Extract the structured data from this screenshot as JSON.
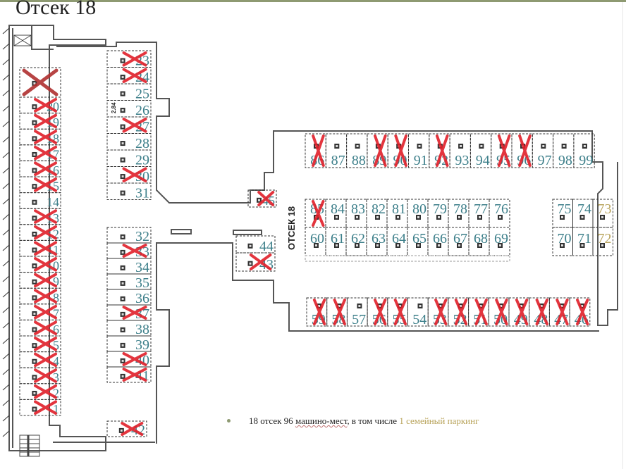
{
  "title": "Отсек 18",
  "plan_label": "ОТСЕК 18",
  "dimension_label": "2.84",
  "caption": {
    "part1": "18 отсек 96 ",
    "part2": "машино-мест",
    "part3": ", в том числе ",
    "highlight": "1 семейный паркинг"
  },
  "colors": {
    "number": "#3d7f8a",
    "family": "#b8a35a",
    "cross": "#e0202a",
    "cross_dark": "#b03030",
    "wall": "#555555",
    "accent_line": "#8e9a72"
  },
  "spaces": {
    "left_column": [
      {
        "n": "",
        "taken": true,
        "big": true
      },
      {
        "n": "20",
        "taken": true
      },
      {
        "n": "19",
        "taken": true
      },
      {
        "n": "18",
        "taken": true
      },
      {
        "n": "17",
        "taken": true
      },
      {
        "n": "16",
        "taken": true
      },
      {
        "n": "15",
        "taken": true
      },
      {
        "n": "14",
        "taken": false
      },
      {
        "n": "13",
        "taken": true
      },
      {
        "n": "12",
        "taken": true
      },
      {
        "n": "11",
        "taken": true
      },
      {
        "n": "10",
        "taken": true
      },
      {
        "n": "9",
        "taken": true
      },
      {
        "n": "8",
        "taken": true
      },
      {
        "n": "7",
        "taken": true
      },
      {
        "n": "6",
        "taken": true
      },
      {
        "n": "5",
        "taken": true
      },
      {
        "n": "4",
        "taken": true
      },
      {
        "n": "3",
        "taken": true
      },
      {
        "n": "2",
        "taken": true
      },
      {
        "n": "1",
        "taken": true
      }
    ],
    "middle_upper": [
      {
        "n": "23",
        "taken": true
      },
      {
        "n": "24",
        "taken": true
      },
      {
        "n": "25",
        "taken": false
      },
      {
        "n": "26",
        "taken": false
      },
      {
        "n": "27",
        "taken": true
      },
      {
        "n": "28",
        "taken": false
      },
      {
        "n": "29",
        "taken": false
      },
      {
        "n": "30",
        "taken": true
      },
      {
        "n": "31",
        "taken": false
      }
    ],
    "middle_lower": [
      {
        "n": "32",
        "taken": false
      },
      {
        "n": "33",
        "taken": true
      },
      {
        "n": "34",
        "taken": false
      },
      {
        "n": "35",
        "taken": false
      },
      {
        "n": "36",
        "taken": false
      },
      {
        "n": "37",
        "taken": true
      },
      {
        "n": "38",
        "taken": false
      },
      {
        "n": "39",
        "taken": false
      },
      {
        "n": "40",
        "taken": true
      },
      {
        "n": "41",
        "taken": true
      }
    ],
    "middle_bottom": [
      {
        "n": "42",
        "taken": true
      }
    ],
    "small_block": [
      {
        "n": "45",
        "taken": true
      },
      {
        "n": "44",
        "taken": false
      },
      {
        "n": "43",
        "taken": true
      }
    ],
    "top_row": [
      {
        "n": "86",
        "taken": true
      },
      {
        "n": "87",
        "taken": false
      },
      {
        "n": "88",
        "taken": false
      },
      {
        "n": "89",
        "taken": true
      },
      {
        "n": "90",
        "taken": true
      },
      {
        "n": "91",
        "taken": false
      },
      {
        "n": "92",
        "taken": true
      },
      {
        "n": "93",
        "taken": false
      },
      {
        "n": "94",
        "taken": false
      },
      {
        "n": "95",
        "taken": true
      },
      {
        "n": "96",
        "taken": true
      },
      {
        "n": "97",
        "taken": false
      },
      {
        "n": "98",
        "taken": false
      },
      {
        "n": "99",
        "taken": false
      }
    ],
    "center_upper": [
      {
        "n": "85",
        "taken": true
      },
      {
        "n": "84",
        "taken": false
      },
      {
        "n": "83",
        "taken": false
      },
      {
        "n": "82",
        "taken": false
      },
      {
        "n": "81",
        "taken": false
      },
      {
        "n": "80",
        "taken": false
      },
      {
        "n": "79",
        "taken": false
      },
      {
        "n": "78",
        "taken": false
      },
      {
        "n": "77",
        "taken": false
      },
      {
        "n": "76",
        "taken": false
      }
    ],
    "center_lower": [
      {
        "n": "60",
        "taken": false
      },
      {
        "n": "61",
        "taken": false
      },
      {
        "n": "62",
        "taken": false
      },
      {
        "n": "63",
        "taken": false
      },
      {
        "n": "64",
        "taken": false
      },
      {
        "n": "65",
        "taken": false
      },
      {
        "n": "66",
        "taken": false
      },
      {
        "n": "67",
        "taken": false
      },
      {
        "n": "68",
        "taken": false
      },
      {
        "n": "69",
        "taken": false
      }
    ],
    "right_upper": [
      {
        "n": "75",
        "taken": false,
        "family": false
      },
      {
        "n": "74",
        "taken": false,
        "family": false
      },
      {
        "n": "73",
        "taken": false,
        "family": true
      }
    ],
    "right_lower": [
      {
        "n": "70",
        "taken": false,
        "family": false
      },
      {
        "n": "71",
        "taken": false,
        "family": false
      },
      {
        "n": "72",
        "taken": false,
        "family": true
      }
    ],
    "bottom_row": [
      {
        "n": "59",
        "taken": true
      },
      {
        "n": "58",
        "taken": true
      },
      {
        "n": "57",
        "taken": false
      },
      {
        "n": "56",
        "taken": true
      },
      {
        "n": "55",
        "taken": true
      },
      {
        "n": "54",
        "taken": false
      },
      {
        "n": "53",
        "taken": true
      },
      {
        "n": "52",
        "taken": true
      },
      {
        "n": "51",
        "taken": true
      },
      {
        "n": "50",
        "taken": true
      },
      {
        "n": "49",
        "taken": true
      },
      {
        "n": "48",
        "taken": true
      },
      {
        "n": "47",
        "taken": true
      },
      {
        "n": "46",
        "taken": true
      }
    ]
  }
}
